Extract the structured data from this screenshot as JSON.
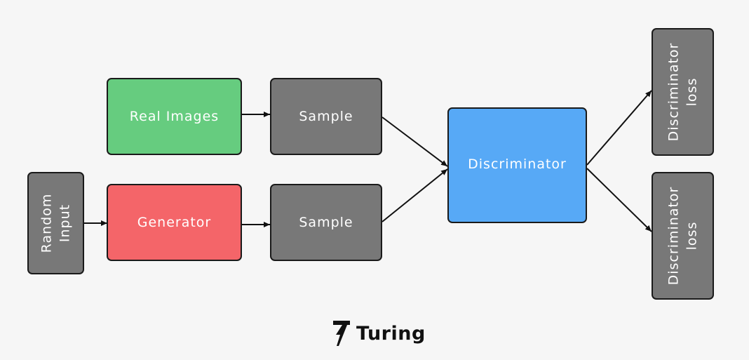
{
  "nodes": {
    "real_images": {
      "label": "Real Images",
      "color": "#66cc7f"
    },
    "sample_top": {
      "label": "Sample",
      "color": "#787878"
    },
    "random_input": {
      "line1": "Random",
      "line2": "Input",
      "color": "#787878"
    },
    "generator": {
      "label": "Generator",
      "color": "#f46569"
    },
    "sample_bottom": {
      "label": "Sample",
      "color": "#787878"
    },
    "discriminator": {
      "label": "Discriminator",
      "color": "#57a9f6"
    },
    "loss_top": {
      "line1": "Discriminator",
      "line2": "loss",
      "color": "#787878"
    },
    "loss_bottom": {
      "line1": "Discriminator",
      "line2": "loss",
      "color": "#787878"
    }
  },
  "edges": [
    {
      "from": "Real Images",
      "to": "Sample"
    },
    {
      "from": "Random Input",
      "to": "Generator"
    },
    {
      "from": "Generator",
      "to": "Sample"
    },
    {
      "from": "Sample",
      "to": "Discriminator"
    },
    {
      "from": "Sample",
      "to": "Discriminator"
    },
    {
      "from": "Discriminator",
      "to": "Discriminator loss"
    },
    {
      "from": "Discriminator",
      "to": "Discriminator loss"
    }
  ],
  "brand": {
    "name": "Turing"
  }
}
